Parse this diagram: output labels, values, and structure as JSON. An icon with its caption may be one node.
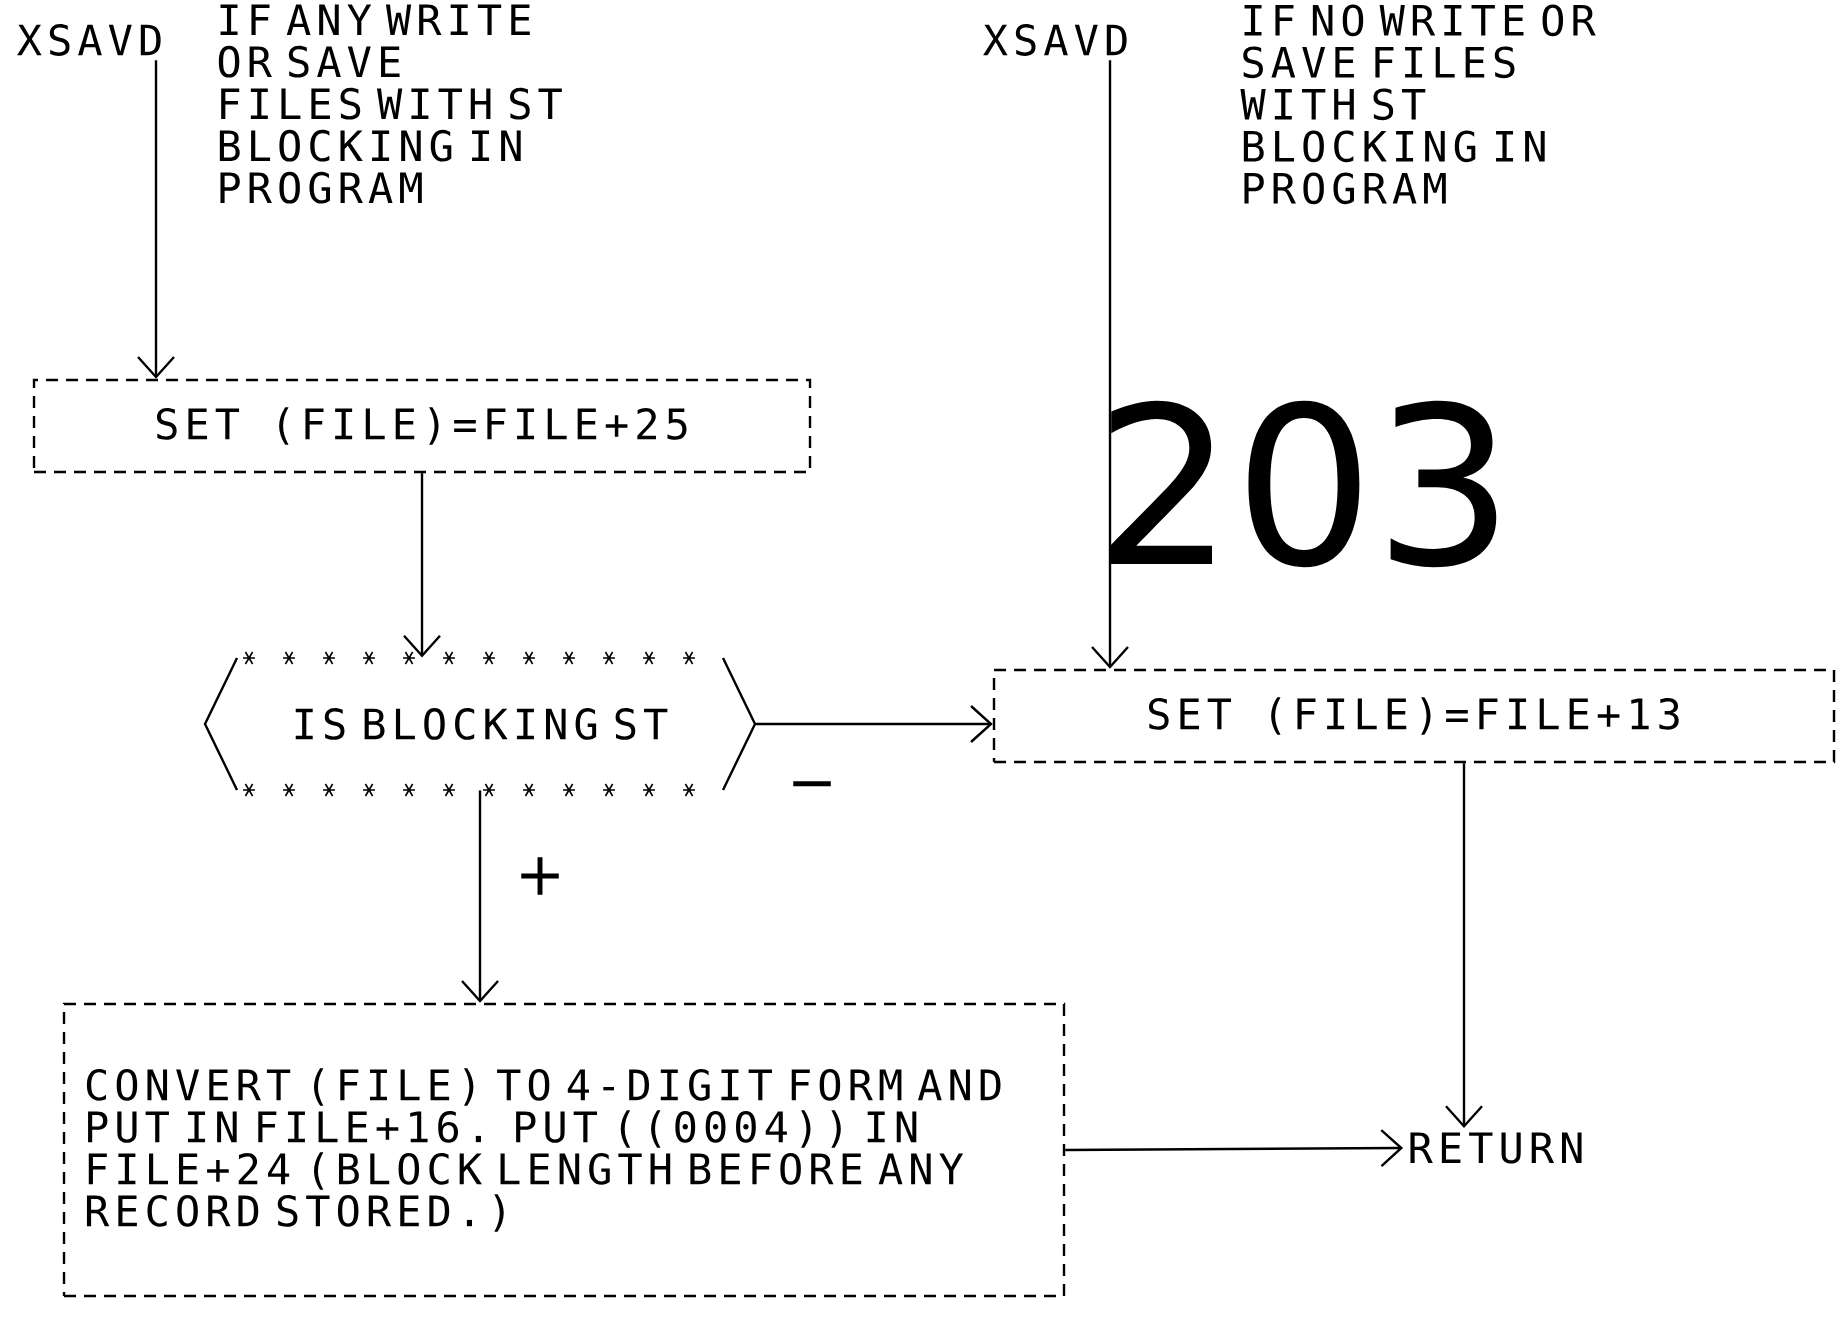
{
  "diagram": {
    "nodes": [
      {
        "text": [
          "XSAVD"
        ],
        "beside": [
          "IF ANY WRITE OR SAVE FILES WITH ST BLOCKING IN PROGRAM"
        ]
      },
      {
        "text": [
          "XSAVD"
        ],
        "beside": [
          "IF NO WRITE OR SAVE FILES WITH ST BLOCKING IN PROGRAM"
        ]
      },
      {
        "text": [
          "SET (FILE)=FILE+25"
        ]
      },
      {
        "text": [
          "IS BLOCKING ST"
        ]
      },
      {
        "text": [
          "SET (FILE)=FILE+13"
        ]
      },
      {
        "text": [
          "CONVERT (FILE) TO 4-DIGIT FORM AND PUT IN FILE+16. PUT ((0004)) IN FILE+24 (BLOCK LENGTH BEFORE ANY RECORD STORED.)"
        ]
      },
      {
        "text": [
          "RETURN"
        ]
      }
    ],
    "edges": [
      {
        "from": 0,
        "to": 2,
        "arrow": "to"
      },
      {
        "from": 2,
        "to": 3,
        "arrow": "to"
      },
      {
        "from": 3,
        "to": 4,
        "arrow": "to",
        "label": "−"
      },
      {
        "from": 1,
        "to": 4,
        "arrow": "to"
      },
      {
        "from": 3,
        "to": 5,
        "arrow": "to",
        "label": "+"
      },
      {
        "from": 4,
        "to": 6,
        "arrow": "to"
      },
      {
        "from": 5,
        "to": 6,
        "arrow": "to"
      }
    ],
    "labels": [
      "203"
    ]
  }
}
